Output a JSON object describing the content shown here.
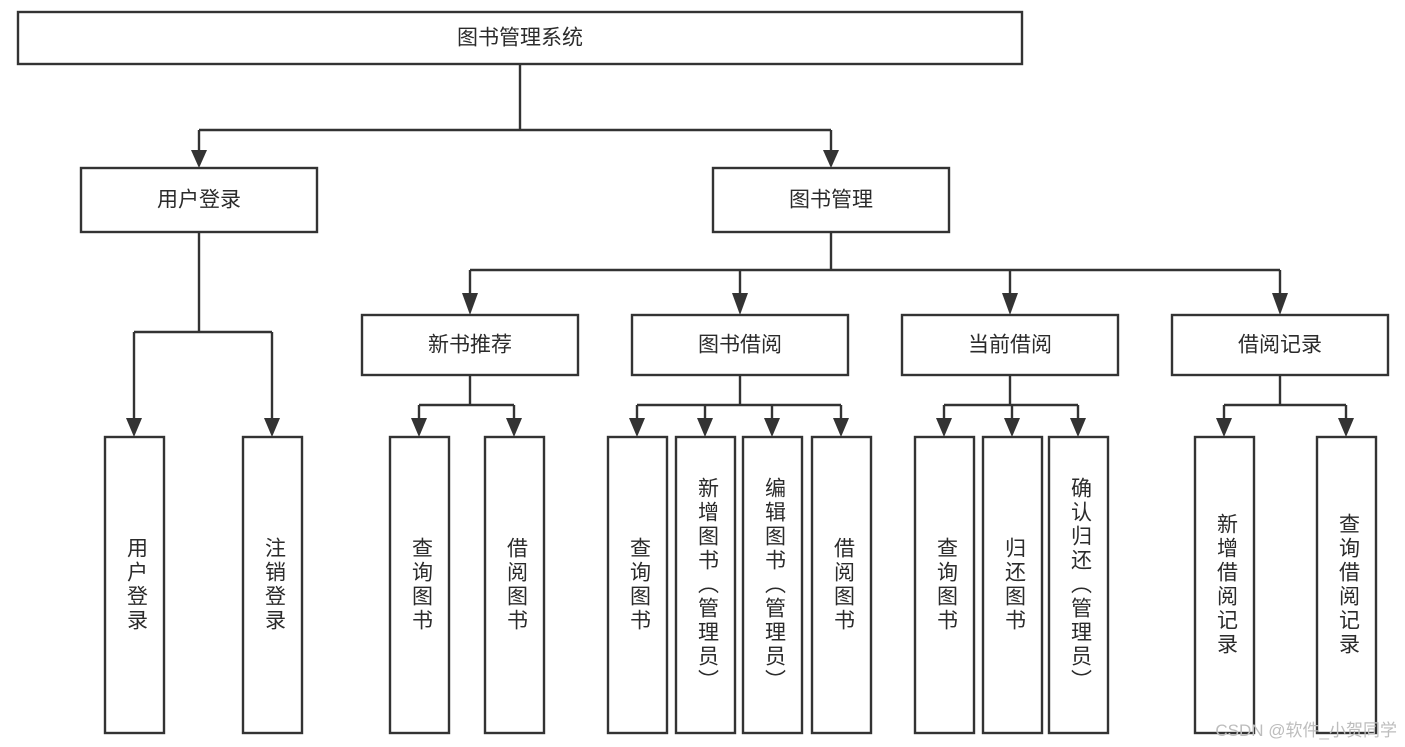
{
  "diagram": {
    "type": "tree",
    "title": "图书管理系统",
    "watermark": "CSDN @软件_小贺同学",
    "colors": {
      "box_stroke": "#333333",
      "box_fill": "#ffffff",
      "text": "#2b2b2b",
      "edge": "#333333",
      "watermark": "#bdbdbd",
      "background": "#ffffff"
    },
    "nodes": {
      "root": {
        "label": "图书管理系统"
      },
      "level2": [
        {
          "label": "用户登录"
        },
        {
          "label": "图书管理"
        }
      ],
      "level3": [
        {
          "label": "新书推荐"
        },
        {
          "label": "图书借阅"
        },
        {
          "label": "当前借阅"
        },
        {
          "label": "借阅记录"
        }
      ],
      "leaves": [
        {
          "label": "用户登录",
          "parent": "用户登录"
        },
        {
          "label": "注销登录",
          "parent": "用户登录"
        },
        {
          "label": "查询图书",
          "parent": "新书推荐"
        },
        {
          "label": "借阅图书",
          "parent": "新书推荐"
        },
        {
          "label": "查询图书",
          "parent": "图书借阅"
        },
        {
          "label": "新增图书（管理员）",
          "parent": "图书借阅"
        },
        {
          "label": "编辑图书（管理员）",
          "parent": "图书借阅"
        },
        {
          "label": "借阅图书",
          "parent": "图书借阅"
        },
        {
          "label": "查询图书",
          "parent": "当前借阅"
        },
        {
          "label": "归还图书",
          "parent": "当前借阅"
        },
        {
          "label": "确认归还（管理员）",
          "parent": "当前借阅"
        },
        {
          "label": "新增借阅记录",
          "parent": "借阅记录"
        },
        {
          "label": "查询借阅记录",
          "parent": "借阅记录"
        }
      ]
    }
  }
}
